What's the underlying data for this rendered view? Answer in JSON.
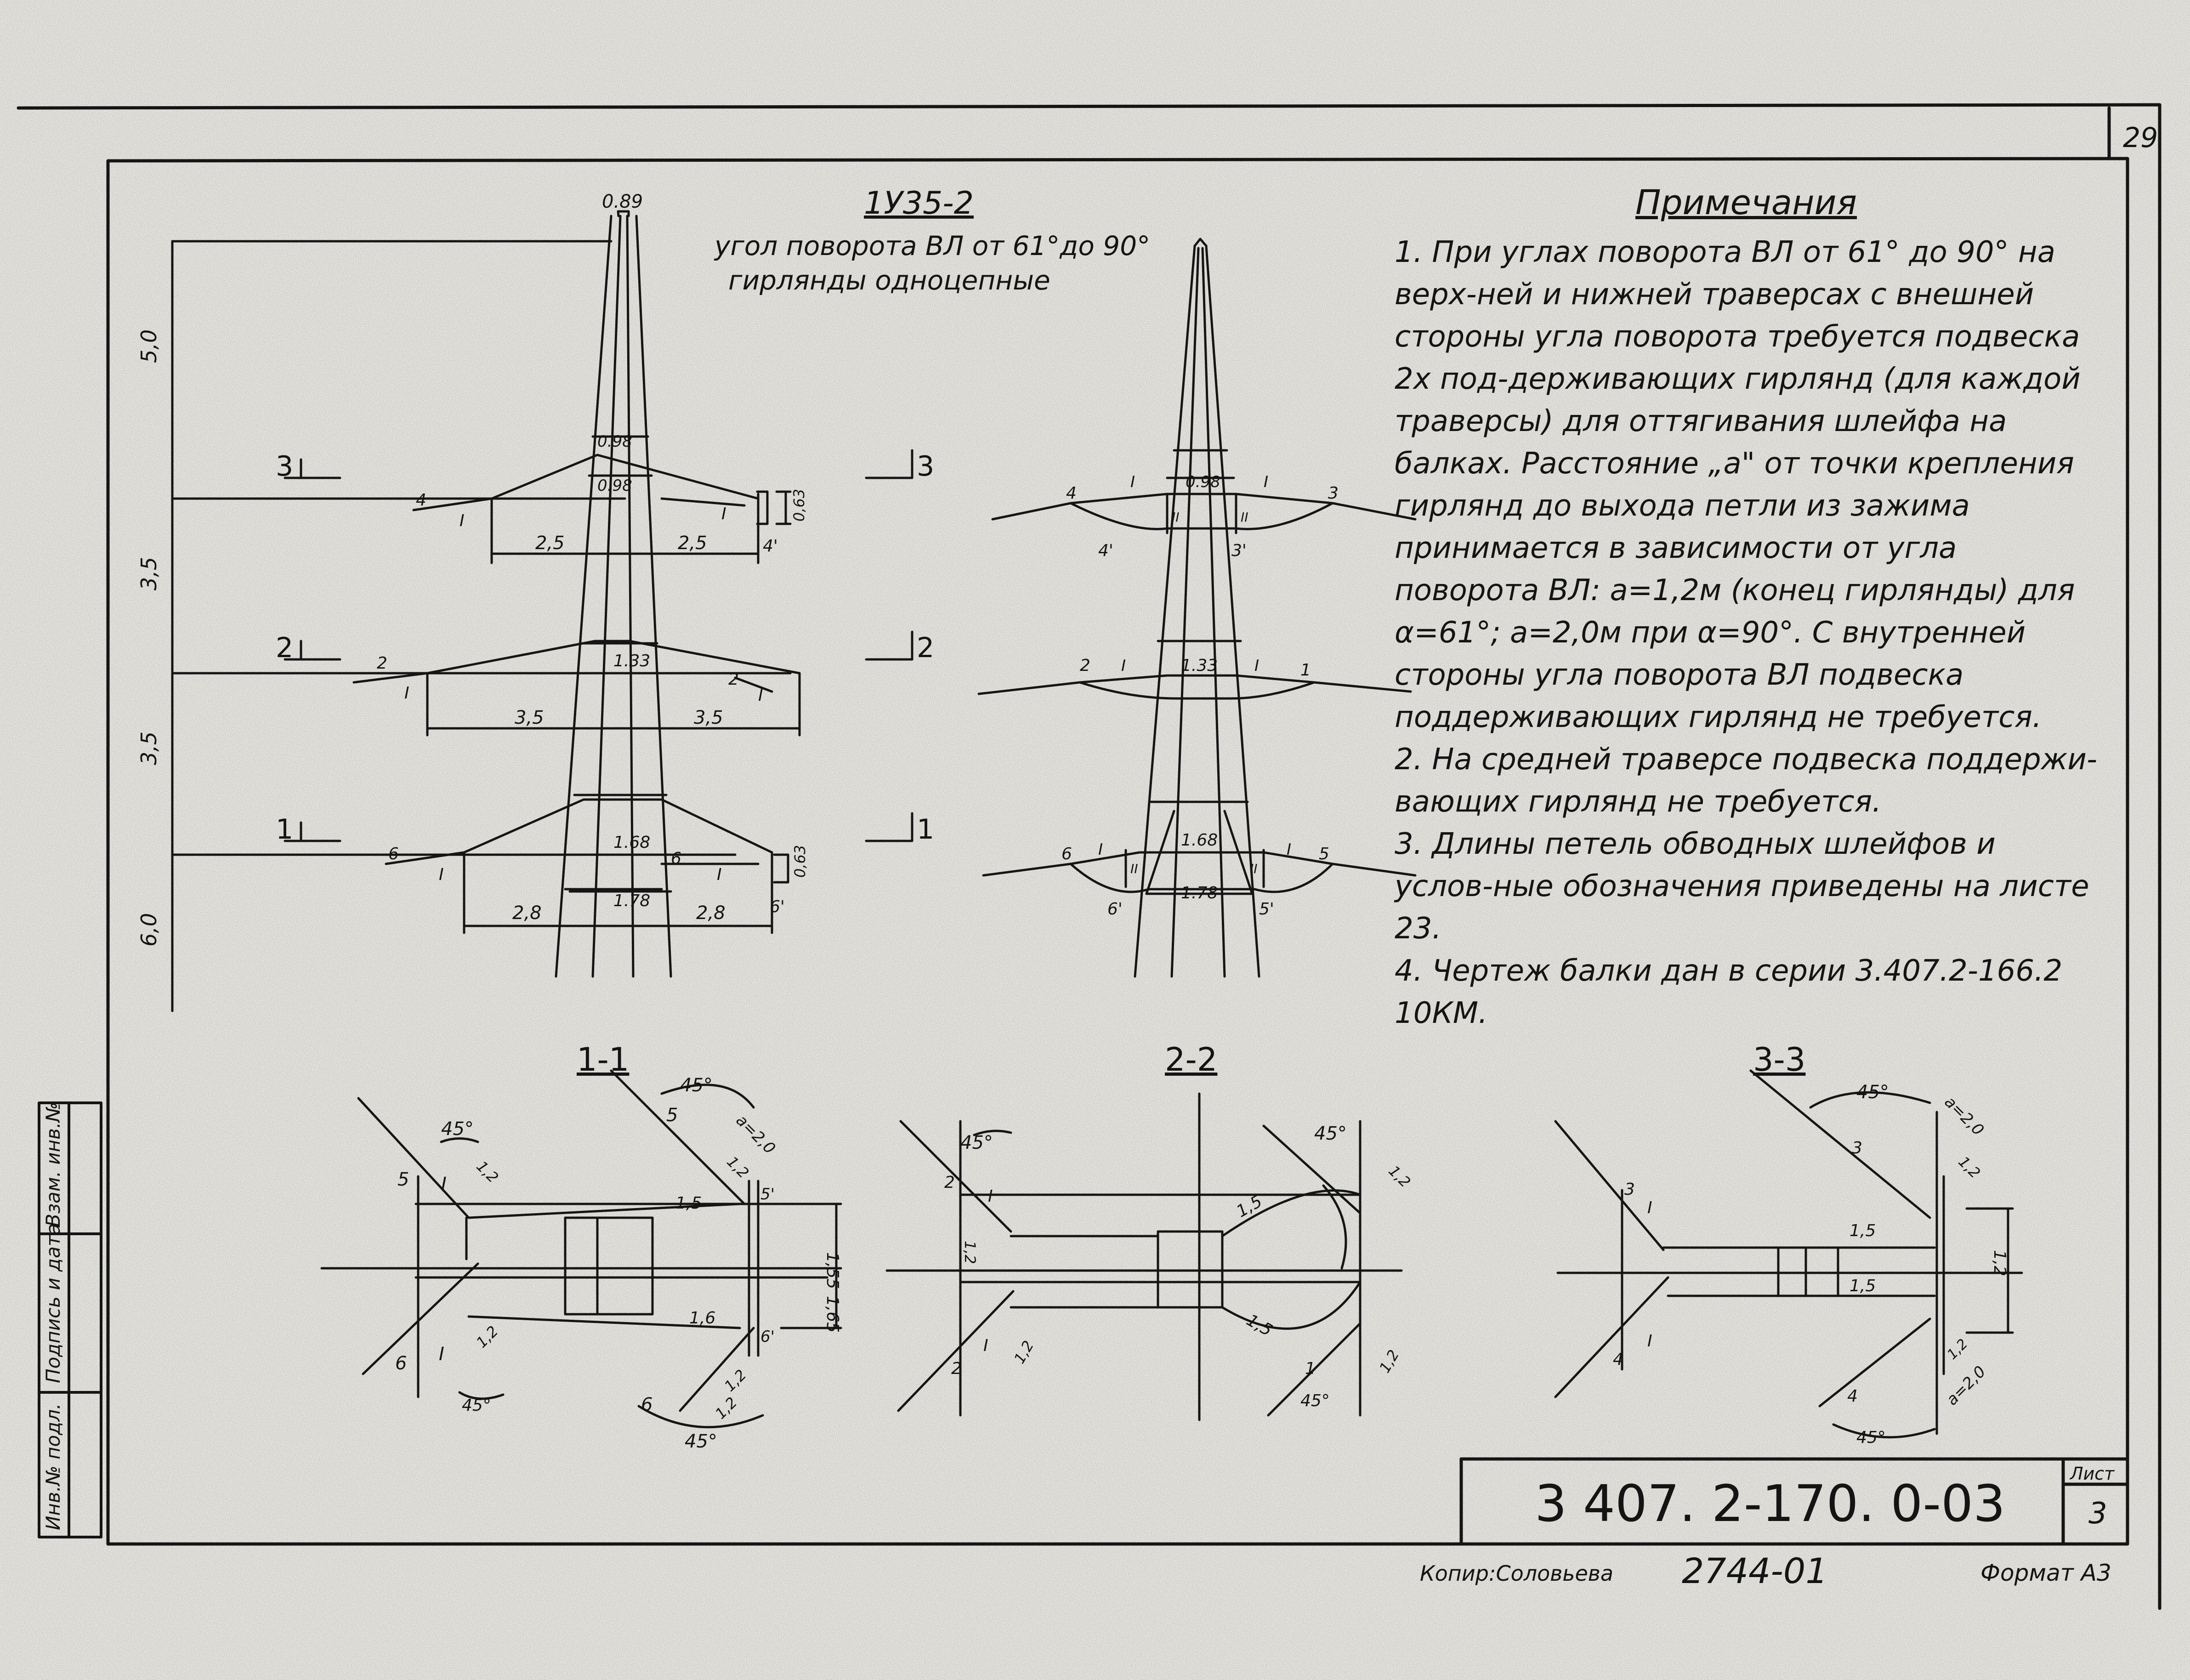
{
  "sheet_number_top": "29",
  "title": {
    "code": "1У35-2",
    "line1": "угол поворота ВЛ от 61°до 90°",
    "line2": "гирлянды    одноцепные"
  },
  "notes": {
    "heading": "Примечания",
    "items": [
      "1. При углах поворота ВЛ от 61° до 90° на верх-ней и нижней траверсах с внешней стороны угла поворота требуется подвеска 2х под-держивающих гирлянд (для каждой траверсы) для оттягивания шлейфа на балках. Расстояние „а\" от точки крепления гирлянд до выхода петли из зажима принимается в зависимости от угла поворота ВЛ: а=1,2м (конец гирлянды) для α=61°; а=2,0м при α=90°. С внутренней стороны угла поворота ВЛ подвеска поддерживающих гирлянд не требуется.",
      "2. На средней траверсе подвеска поддержи-вающих гирлянд не требуется.",
      "3. Длины петель обводных шлейфов и услов-ные обозначения приведены на листе 23.",
      "4. Чертеж балки дан в серии 3.407.2-166.2 10КМ."
    ]
  },
  "side_view": {
    "top_width": "0.89",
    "heights": [
      "5,0",
      "3,5",
      "3,5",
      "6,0"
    ],
    "sections": [
      "3",
      "2",
      "1"
    ],
    "upper": {
      "widths": [
        "0.98",
        "0.98"
      ],
      "spans": [
        "2,5",
        "2,5"
      ],
      "drop": "0,63",
      "marks": [
        "4",
        "4'",
        "I",
        "I"
      ]
    },
    "middle": {
      "width": "1.33",
      "spans": [
        "3,5",
        "3,5"
      ],
      "marks": [
        "2",
        "2",
        "I",
        "I"
      ]
    },
    "lower": {
      "widths": [
        "1.68",
        "1.78"
      ],
      "spans": [
        "2,8",
        "2,8"
      ],
      "drop": "0,63",
      "marks": [
        "6",
        "6",
        "6'",
        "I",
        "I"
      ]
    }
  },
  "front_view": {
    "upper": {
      "width": "0.98",
      "marks": [
        "4",
        "3",
        "4'",
        "3'",
        "I",
        "I",
        "II",
        "II"
      ]
    },
    "middle": {
      "width": "1.33",
      "marks": [
        "2",
        "1",
        "I",
        "I"
      ]
    },
    "lower": {
      "widths": [
        "1.68",
        "1.78"
      ],
      "marks": [
        "6",
        "5",
        "6'",
        "5'",
        "I",
        "I",
        "II",
        "II"
      ]
    }
  },
  "sections": [
    {
      "label": "1-1",
      "angle": "45°",
      "a": "a=2,0",
      "dims": [
        "1,2",
        "1,2",
        "1,5",
        "1,6",
        "1,55",
        "1,65",
        "1,2",
        "1,2",
        "1,2"
      ],
      "marks": [
        "5",
        "6",
        "5",
        "6",
        "5'",
        "6'",
        "I",
        "I"
      ]
    },
    {
      "label": "2-2",
      "angle": "45°",
      "dims": [
        "1,2",
        "1,2",
        "1,5",
        "1,5",
        "1,2",
        "1,2"
      ],
      "marks": [
        "2",
        "2",
        "1",
        "I",
        "I"
      ]
    },
    {
      "label": "3-3",
      "angle": "45°",
      "a": "a=2,0",
      "dims": [
        "1,2",
        "1,5",
        "1,5",
        "1,2",
        "1,2"
      ],
      "marks": [
        "3",
        "4",
        "3",
        "4",
        "I",
        "I"
      ]
    }
  ],
  "stamp": {
    "cells": [
      "Инв.№ подл.",
      "Подпись и дата",
      "Взам. инв.№"
    ],
    "designation": "3 407. 2-170. 0-03",
    "sheet_label": "Лист",
    "sheet_no": "3"
  },
  "footer": {
    "copier": "Копир:Соловьева",
    "doc_no": "2744-01",
    "format": "Формат А3"
  }
}
